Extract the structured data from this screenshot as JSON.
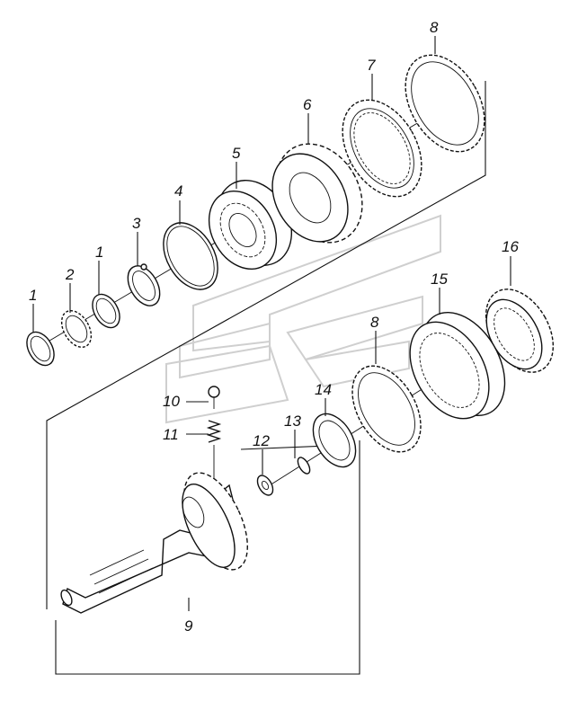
{
  "labels": {
    "l1a": "1",
    "l2": "2",
    "l1b": "1",
    "l3": "3",
    "l4": "4",
    "l5": "5",
    "l6": "6",
    "l7": "7",
    "l8a": "8",
    "l16": "16",
    "l15": "15",
    "l8b": "8",
    "l14": "14",
    "l13": "13",
    "l12": "12",
    "l10": "10",
    "l11": "11",
    "l9": "9"
  }
}
